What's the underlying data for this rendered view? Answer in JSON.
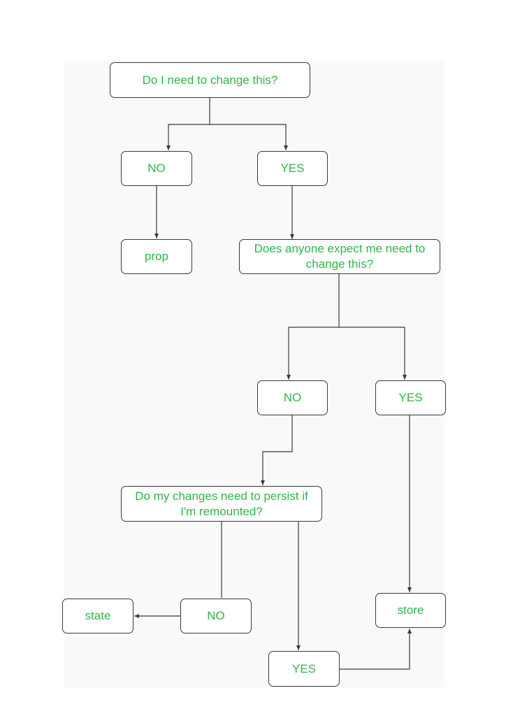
{
  "colors": {
    "text": "#2fb54a",
    "stroke": "#3a3a3a",
    "node_fill": "#ffffff",
    "background": "#f9f9f9"
  },
  "nodes": {
    "q1": "Do I need to change this?",
    "q1_no": "NO",
    "q1_yes": "YES",
    "prop": "prop",
    "q2": "Does anyone expect me need to change this?",
    "q2_no": "NO",
    "q2_yes": "YES",
    "q3": "Do my changes need to persist if I'm remounted?",
    "q3_no": "NO",
    "q3_yes": "YES",
    "state": "state",
    "store": "store"
  }
}
